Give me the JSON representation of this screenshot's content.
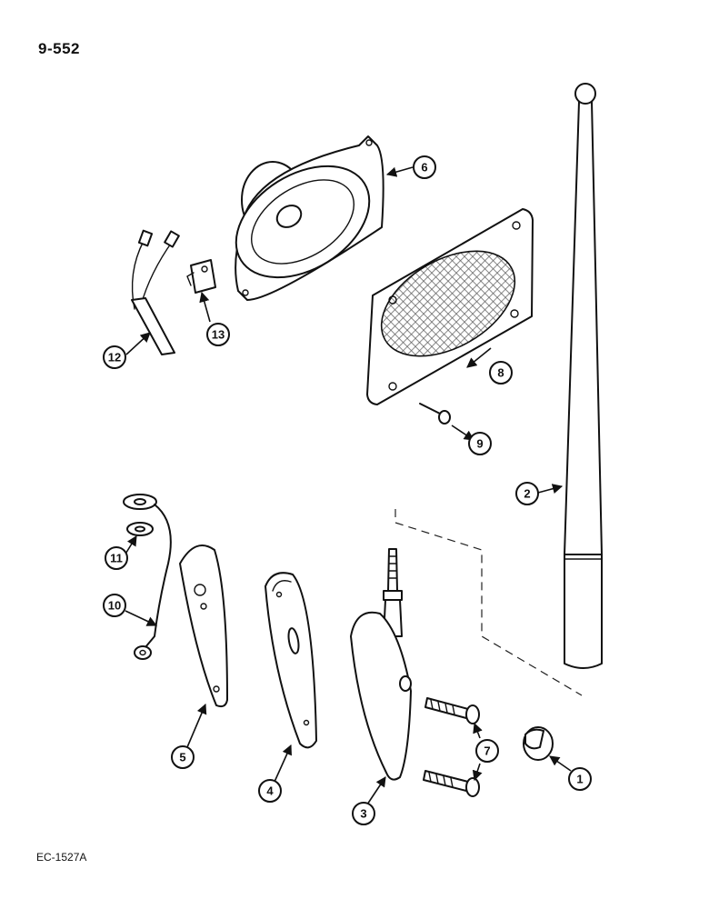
{
  "page_number": "9-552",
  "drawing_code": "EC-1527A",
  "callouts": [
    {
      "id": "1",
      "part": "cap"
    },
    {
      "id": "2",
      "part": "antenna-mast"
    },
    {
      "id": "3",
      "part": "antenna-base"
    },
    {
      "id": "4",
      "part": "gasket"
    },
    {
      "id": "5",
      "part": "mounting-plate"
    },
    {
      "id": "6",
      "part": "speaker"
    },
    {
      "id": "7",
      "part": "screw"
    },
    {
      "id": "8",
      "part": "speaker-grille"
    },
    {
      "id": "9",
      "part": "screw"
    },
    {
      "id": "10",
      "part": "ground-wire"
    },
    {
      "id": "11",
      "part": "washer"
    },
    {
      "id": "12",
      "part": "speaker-harness"
    },
    {
      "id": "13",
      "part": "clip"
    }
  ]
}
